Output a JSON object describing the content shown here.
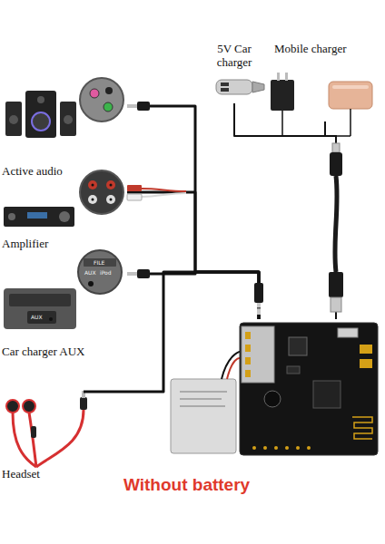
{
  "diagram": {
    "nodes": [
      {
        "text": [
          "5V Car charger"
        ]
      },
      {
        "text": [
          "Mobile charger"
        ]
      },
      {
        "text": [
          "Active audio"
        ]
      },
      {
        "text": [
          "Amplifier"
        ]
      },
      {
        "text": [
          "Car charger AUX"
        ]
      },
      {
        "text": [
          "Headset"
        ]
      },
      {
        "text": [
          "Without battery"
        ]
      }
    ],
    "edges": [
      {
        "from": 0,
        "to": 6,
        "arrow": "none"
      },
      {
        "from": 1,
        "to": 6,
        "arrow": "none"
      },
      {
        "from": 2,
        "to": 6,
        "arrow": "none"
      },
      {
        "from": 3,
        "to": 6,
        "arrow": "none"
      },
      {
        "from": 4,
        "to": 6,
        "arrow": "none"
      },
      {
        "from": 5,
        "to": 6,
        "arrow": "none"
      }
    ],
    "labels": [
      "FILE",
      "AUX",
      "iPod",
      "AUX"
    ]
  }
}
